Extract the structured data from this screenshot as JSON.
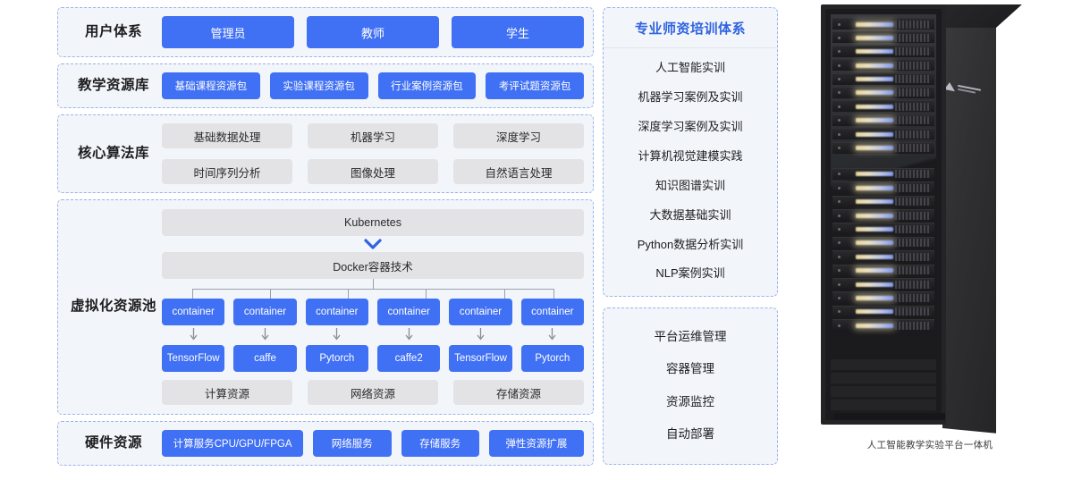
{
  "architecture": {
    "rows": [
      {
        "label": "用户体系",
        "kind": "blue",
        "items": [
          "管理员",
          "教师",
          "学生"
        ]
      },
      {
        "label": "教学资源库",
        "kind": "blue-sm",
        "items": [
          "基础课程资源包",
          "实验课程资源包",
          "行业案例资源包",
          "考评试题资源包"
        ]
      },
      {
        "label": "核心算法库",
        "kind": "gray",
        "items": [
          "基础数据处理",
          "机器学习",
          "深度学习",
          "时间序列分析",
          "图像处理",
          "自然语言处理"
        ]
      },
      {
        "label": "虚拟化资源池",
        "kind": "virtual"
      },
      {
        "label": "硬件资源",
        "kind": "blue-sm",
        "items": [
          "计算服务CPU/GPU/FPGA",
          "网络服务",
          "存储服务",
          "弹性资源扩展"
        ]
      }
    ]
  },
  "virtualization": {
    "orchestrator": "Kubernetes",
    "runtime": "Docker容器技术",
    "containers": [
      "container",
      "container",
      "container",
      "container",
      "container",
      "container"
    ],
    "frameworks": [
      "TensorFlow",
      "caffe",
      "Pytorch",
      "caffe2",
      "TensorFlow",
      "Pytorch"
    ],
    "resources": [
      "计算资源",
      "网络资源",
      "存储资源"
    ]
  },
  "side_panels": [
    {
      "title": "专业师资培训体系",
      "items": [
        "人工智能实训",
        "机器学习案例及实训",
        "深度学习案例及实训",
        "计算机视觉建模实践",
        "知识图谱实训",
        "大数据基础实训",
        "Python数据分析实训",
        "NLP案例实训"
      ]
    },
    {
      "title": "",
      "items": [
        "平台运维管理",
        "容器管理",
        "资源监控",
        "自动部署"
      ]
    }
  ],
  "product": {
    "caption": "人工智能教学实验平台一体机"
  },
  "colors": {
    "accent_blue": "#4070f4",
    "title_blue": "#2f63e0",
    "panel_bg": "#f2f5fa",
    "panel_border": "#9ab4ee",
    "gray_box": "#e3e3e5",
    "connector": "#9aa0ab"
  }
}
